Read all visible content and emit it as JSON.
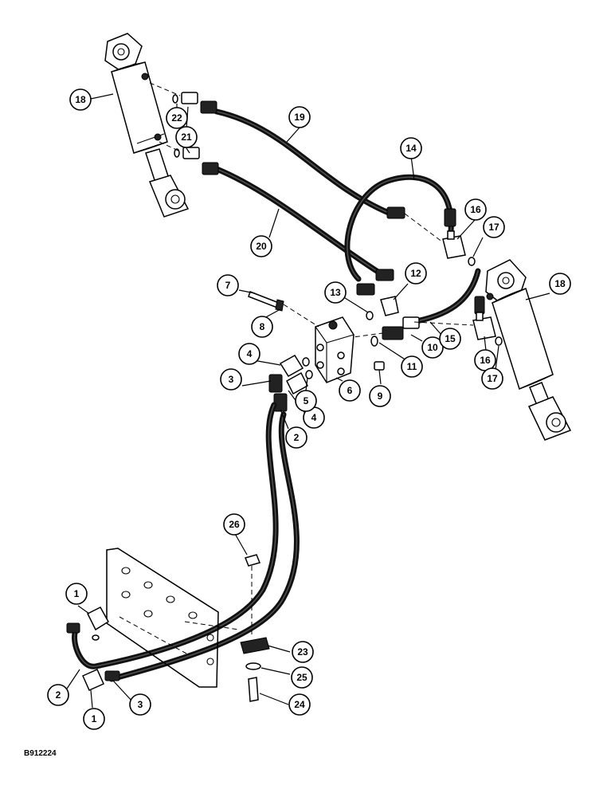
{
  "figure_code": "B912224",
  "callouts": [
    "1",
    "2",
    "3",
    "4",
    "5",
    "6",
    "7",
    "8",
    "9",
    "10",
    "11",
    "12",
    "13",
    "14",
    "15",
    "16",
    "17",
    "18",
    "19",
    "20",
    "21",
    "22",
    "23",
    "24",
    "25",
    "26"
  ]
}
